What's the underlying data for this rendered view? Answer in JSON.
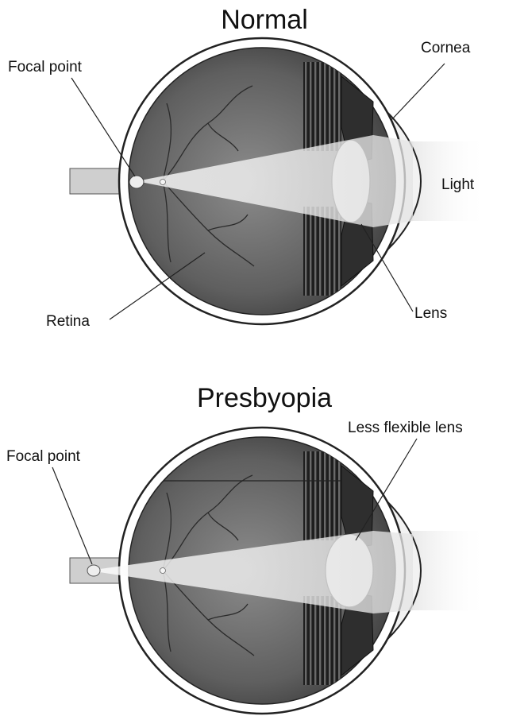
{
  "diagrams": [
    {
      "title": "Normal",
      "labels": {
        "focal_point": "Focal point",
        "cornea": "Cornea",
        "light": "Light",
        "lens": "Lens",
        "retina": "Retina"
      }
    },
    {
      "title": "Presbyopia",
      "labels": {
        "focal_point": "Focal point",
        "lens": "Less flexible lens"
      }
    }
  ],
  "colors": {
    "background": "#ffffff",
    "eye_interior": "#5a5a5a",
    "light_beam": "#e9e9e9",
    "outline": "#222222"
  }
}
